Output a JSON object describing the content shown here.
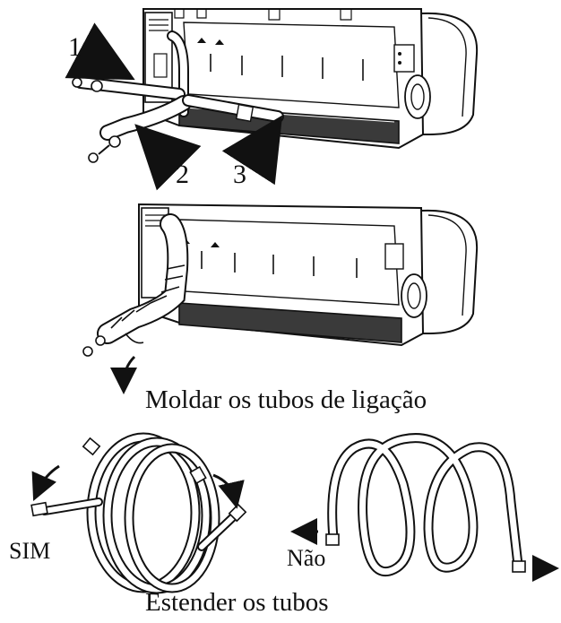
{
  "callouts": {
    "one": "1",
    "two": "2",
    "three": "3"
  },
  "captions": {
    "shape_pipes": "Moldar os tubos de ligação",
    "extend_pipes": "Estender os tubos"
  },
  "labels": {
    "yes": "SIM",
    "no": "Não"
  },
  "colors": {
    "line": "#111111",
    "body_fill": "#ffffff",
    "shade_fill": "#d9d9d9",
    "dark_fill": "#3a3a3a"
  }
}
